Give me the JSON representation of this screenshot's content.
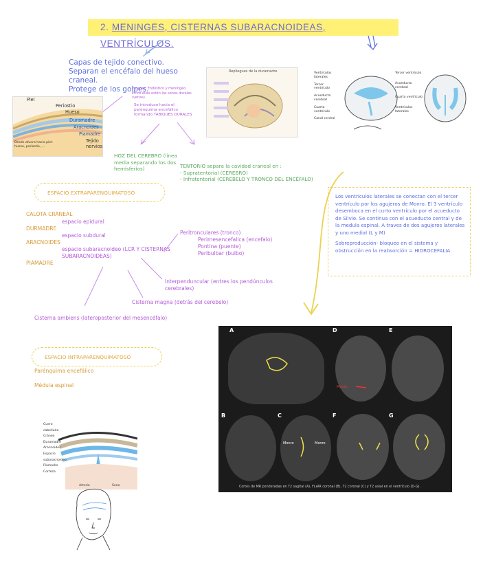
{
  "title": {
    "prefix": "2. ",
    "w1": "MENINGES",
    "w2": ", CISTERNAS SUBARACNOIDEAS",
    "w3": ", VENTRÍCULOS."
  },
  "intro": [
    "Capas de tejido conectivo.",
    "Separan el encéfalo del hueso craneal.",
    "Protege de los golpes."
  ],
  "skull_labels": [
    "Piel",
    "Periostio",
    "Hueso",
    "Duramadre",
    "Aracnoides",
    "Piamadre",
    "Tejido nervioso"
  ],
  "skull_note": "Desde afuera hacia piel: hueso, periostio, ...",
  "dura_note": "2 capas: Endóstico y meníngeo. Entre ellas están los senos durales (venas).",
  "dura_extra": "Se introduce hacia el parénquima encefálico formando TABIQUES DURALES",
  "dural_fig_title": "Repliegues de la duramadre",
  "hoz": "HOZ DEL CEREBRO (línea media separando los dos hemisferios)",
  "tentorio": {
    "line1": "TENTORIO separa la cavidad craneal en :",
    "line2": "- Supratentorial (CEREBRO)",
    "line3": "- Infratentorial (CEREBELO Y TRONCO DEL ENCÉFALO)"
  },
  "ventricle_labels_left": [
    "Ventrículos laterales",
    "Tercer ventrículo",
    "Acueducto cerebral",
    "Cuarto ventrículo",
    "Canal central"
  ],
  "ventricle_labels_right": [
    "Tercer ventrículo",
    "Acueducto cerebral",
    "Cuarto ventrículo",
    "Ventrículos laterales"
  ],
  "ventricles_box": {
    "p1": "Los ventrículos laterales se conectan con el tercer ventrículo por los agujeros de Monro. El 3 ventrículo desemboca en el curto ventrículo por el acueducto de Silvio. Se continua con el acueducto central y de la medula espinal. A traves de dos agujeros laterales y uno medial (L y M)",
    "p2": "Sobreproducción- bloqueo en el sistema y obstrucción en la reabsorción = HIDROCEFALIA"
  },
  "extra": {
    "pill": "ESPACIO EXTRAPARENQUIMATOSO",
    "calota": "CALOTA CRANEAL",
    "epidural": "espacio epidural",
    "duramadre": "DURMADRE",
    "subdural": "espacio subdural",
    "aracnoides": "ARACNOIDES",
    "subaracnoideo": "espacio subaracnoideo (LCR Y CISTERNAS SUBARACNOIDEAS)",
    "piamadre": "PIAMADRE"
  },
  "cisterns": {
    "peri1": "Peritronculares (tronco)",
    "peri2": "Perimesencefalica (encefalo)",
    "peri3": "Pontina (puente)",
    "peri4": "Peribulbar (bulbo)",
    "interped": "Interpenduncular (entres los pendúnculos cerebrales)",
    "magna": "Cisterna magna (detrás del cerebelo)",
    "ambiens": "Cisterna ambiens (lateroposterior del mesencéfalo)"
  },
  "intra": {
    "pill": "ESPACIO INTRAPARENQUIMATOSO",
    "item1": "Parénquima encefálico",
    "item2": "Médula espinal"
  },
  "mri": {
    "letters": [
      "A",
      "B",
      "C",
      "D",
      "E",
      "F",
      "G"
    ],
    "monro_c1": "Monro",
    "monro_c2": "Monro",
    "monro_d": "Monro",
    "caption": "Cortes de MR ponderadas en T2 sagital (A), FLAIR coronal (B), T2 coronal (C) y T2 axial en el ventrículo (D-G)."
  },
  "bottom_labels": [
    "Cuero cabelludo",
    "Cráneo",
    "Duramadre",
    "Aracnoides",
    "Espacio subaracnoideo",
    "Piamadre",
    "Corteza"
  ],
  "bottom_labels2": [
    "Arteria",
    "Seno"
  ]
}
